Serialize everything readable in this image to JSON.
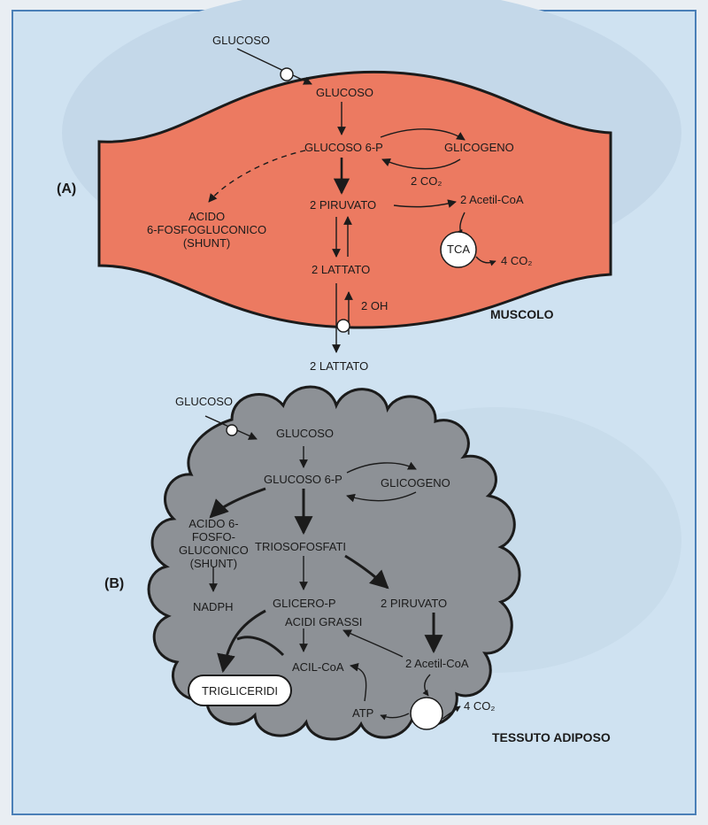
{
  "colors": {
    "page_background": "#e9eef3",
    "panel_background": "#cfe2f1",
    "muscle_fill": "#ec7a61",
    "adipose_fill": "#8d9196",
    "ink": "#1b1b1b"
  },
  "muscle": {
    "panel_label": "(A)",
    "tissue_label": "MUSCOLO",
    "glucose_outside": "GLUCOSO",
    "glucose_inside": "GLUCOSO",
    "glucose_6p": "GLUCOSO 6-P",
    "glycogen": "GLICOGENO",
    "shunt": "ACIDO\n6-FOSFOGLUCONICO\n(SHUNT)",
    "pyruvate": "2 PIRUVATO",
    "co2": "2 CO₂",
    "acetyl_coa": "2 Acetil-CoA",
    "tca": "TCA",
    "tca_co2": "4 CO₂",
    "lactate_inside": "2 LATTATO",
    "oh": "2 OH",
    "lactate_outside": "2 LATTATO"
  },
  "adipose": {
    "panel_label": "(B)",
    "tissue_label": "TESSUTO ADIPOSO",
    "glucose_outside": "GLUCOSO",
    "glucose_inside": "GLUCOSO",
    "glucose_6p": "GLUCOSO 6-P",
    "glycogen": "GLICOGENO",
    "shunt": "ACIDO 6-\nFOSFO-\nGLUCONICO\n(SHUNT)",
    "nadph": "NADPH",
    "triose": "TRIOSOFOSFATI",
    "glycero_p": "GLICERO-P",
    "pyruvate": "2 PIRUVATO",
    "fatty_acids": "ACIDI GRASSI",
    "acyl_coa": "ACIL-CoA",
    "acetyl_coa": "2 Acetil-CoA",
    "triglycerides": "TRIGLICERIDI",
    "atp": "ATP",
    "co2": "4 CO₂"
  }
}
